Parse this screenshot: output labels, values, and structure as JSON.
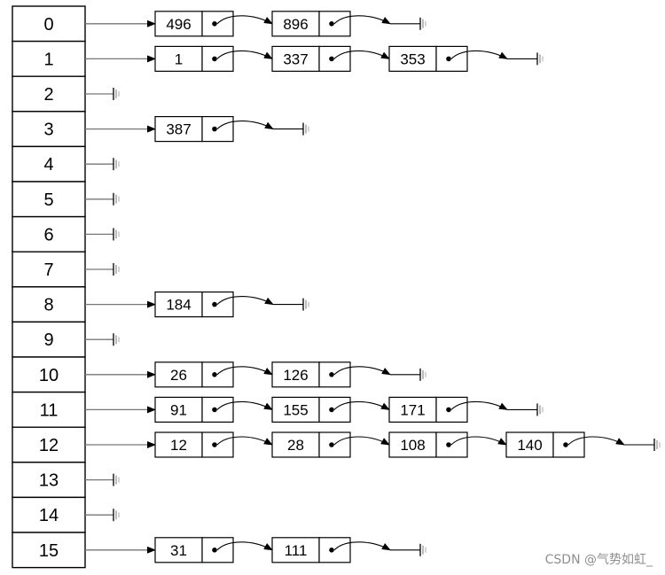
{
  "buckets": [
    {
      "index": "0",
      "nodes": [
        "496",
        "896"
      ]
    },
    {
      "index": "1",
      "nodes": [
        "1",
        "337",
        "353"
      ]
    },
    {
      "index": "2",
      "nodes": []
    },
    {
      "index": "3",
      "nodes": [
        "387"
      ]
    },
    {
      "index": "4",
      "nodes": []
    },
    {
      "index": "5",
      "nodes": []
    },
    {
      "index": "6",
      "nodes": []
    },
    {
      "index": "7",
      "nodes": []
    },
    {
      "index": "8",
      "nodes": [
        "184"
      ]
    },
    {
      "index": "9",
      "nodes": []
    },
    {
      "index": "10",
      "nodes": [
        "26",
        "126"
      ]
    },
    {
      "index": "11",
      "nodes": [
        "91",
        "155",
        "171"
      ]
    },
    {
      "index": "12",
      "nodes": [
        "12",
        "28",
        "108",
        "140"
      ]
    },
    {
      "index": "13",
      "nodes": []
    },
    {
      "index": "14",
      "nodes": []
    },
    {
      "index": "15",
      "nodes": [
        "31",
        "111"
      ]
    }
  ],
  "watermark": "CSDN @气势如虹_"
}
